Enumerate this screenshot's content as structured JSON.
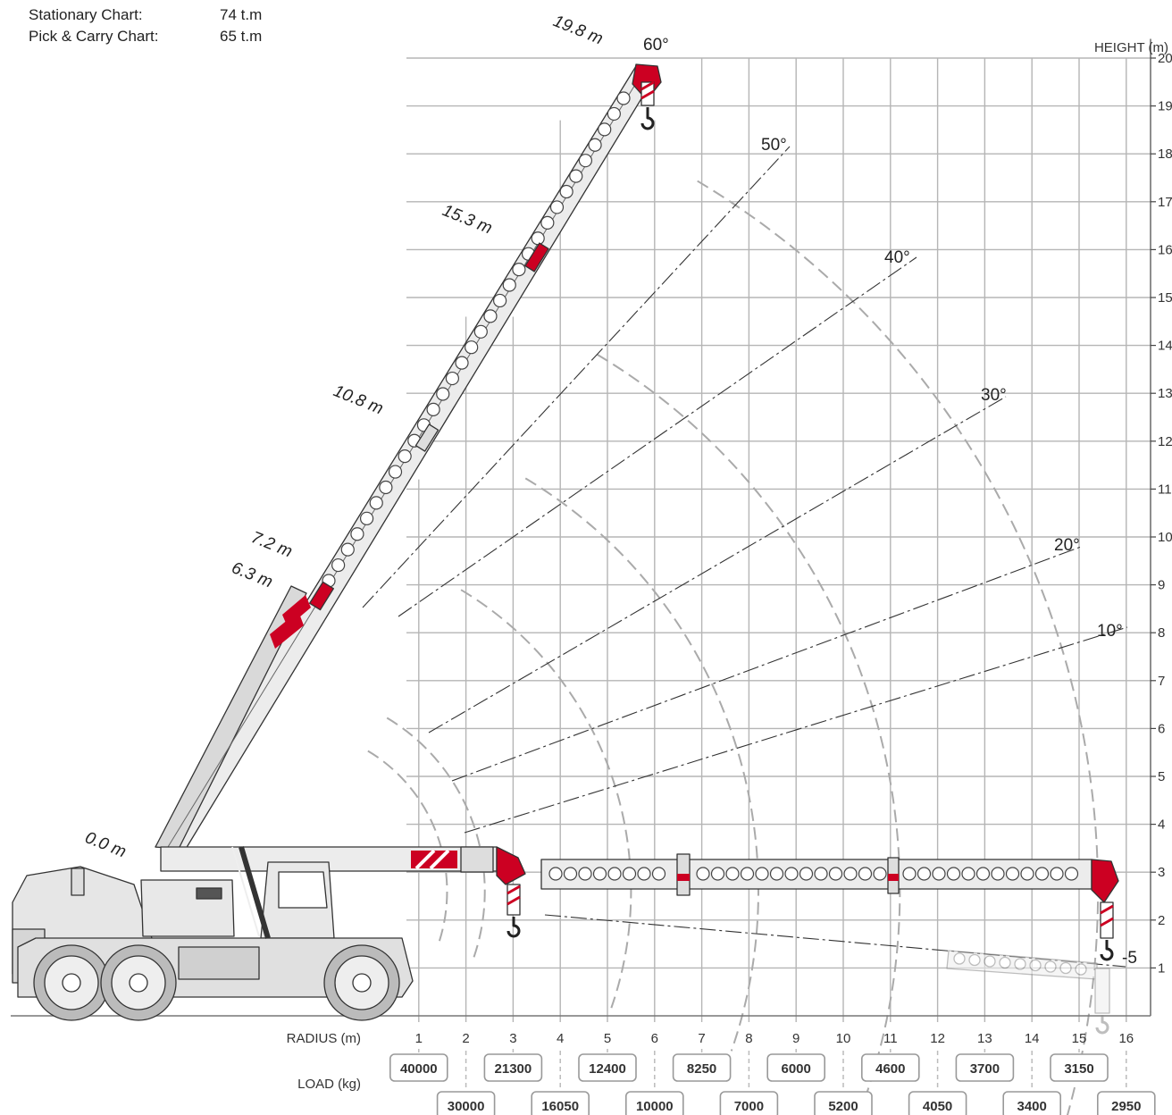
{
  "specs": [
    {
      "label": "Stationary Chart:",
      "value": "74 t.m"
    },
    {
      "label": "Pick & Carry Chart:",
      "value": "65 t.m"
    }
  ],
  "chart_data": {
    "type": "range",
    "height_axis": {
      "label": "HEIGHT (m)",
      "ticks": [
        1,
        2,
        3,
        4,
        5,
        6,
        7,
        8,
        9,
        10,
        11,
        12,
        13,
        14,
        15,
        16,
        17,
        18,
        19,
        20
      ]
    },
    "radius_axis": {
      "label": "RADIUS (m)",
      "ticks": [
        1,
        2,
        3,
        4,
        5,
        6,
        7,
        8,
        9,
        10,
        11,
        12,
        13,
        14,
        15,
        16
      ]
    },
    "load_label": "LOAD (kg)",
    "loads": [
      {
        "radius": 1,
        "load": "40000"
      },
      {
        "radius": 2,
        "load": "30000"
      },
      {
        "radius": 3,
        "load": "21300"
      },
      {
        "radius": 4,
        "load": "16050"
      },
      {
        "radius": 5,
        "load": "12400"
      },
      {
        "radius": 6,
        "load": "10000"
      },
      {
        "radius": 7,
        "load": "8250"
      },
      {
        "radius": 8,
        "load": "7000"
      },
      {
        "radius": 9,
        "load": "6000"
      },
      {
        "radius": 10,
        "load": "5200"
      },
      {
        "radius": 11,
        "load": "4600"
      },
      {
        "radius": 12,
        "load": "4050"
      },
      {
        "radius": 13,
        "load": "3700"
      },
      {
        "radius": 14,
        "load": "3400"
      },
      {
        "radius": 15,
        "load": "3150"
      },
      {
        "radius": 16,
        "load": "2950"
      }
    ],
    "boom_lengths": [
      {
        "label": "0.0 m"
      },
      {
        "label": "6.3 m"
      },
      {
        "label": "7.2 m"
      },
      {
        "label": "10.8 m"
      },
      {
        "label": "15.3 m"
      },
      {
        "label": "19.8 m"
      }
    ],
    "angles": [
      "60°",
      "50°",
      "40°",
      "30°",
      "20°",
      "10°",
      "-5"
    ]
  }
}
